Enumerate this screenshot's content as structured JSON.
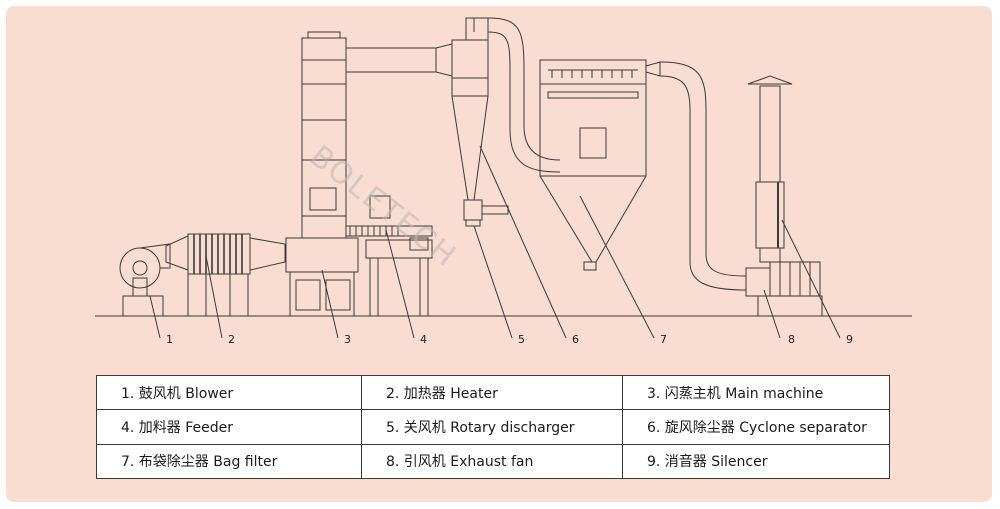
{
  "watermark": "BOLETECH",
  "callouts": [
    "1",
    "2",
    "3",
    "4",
    "5",
    "6",
    "7",
    "8",
    "9"
  ],
  "legend": {
    "rows": [
      [
        "1. 鼓风机 Blower",
        "2. 加热器 Heater",
        "3. 闪蒸主机 Main machine"
      ],
      [
        "4. 加料器 Feeder",
        "5. 关风机 Rotary discharger",
        "6. 旋风除尘器 Cyclone separator"
      ],
      [
        "7. 布袋除尘器 Bag filter",
        "8. 引风机 Exhaust fan",
        "9. 消音器 Silencer"
      ]
    ]
  },
  "colors": {
    "panel": "#f9ddd0",
    "line": "#3a3a3a",
    "legend_bg": "#ffffff"
  }
}
